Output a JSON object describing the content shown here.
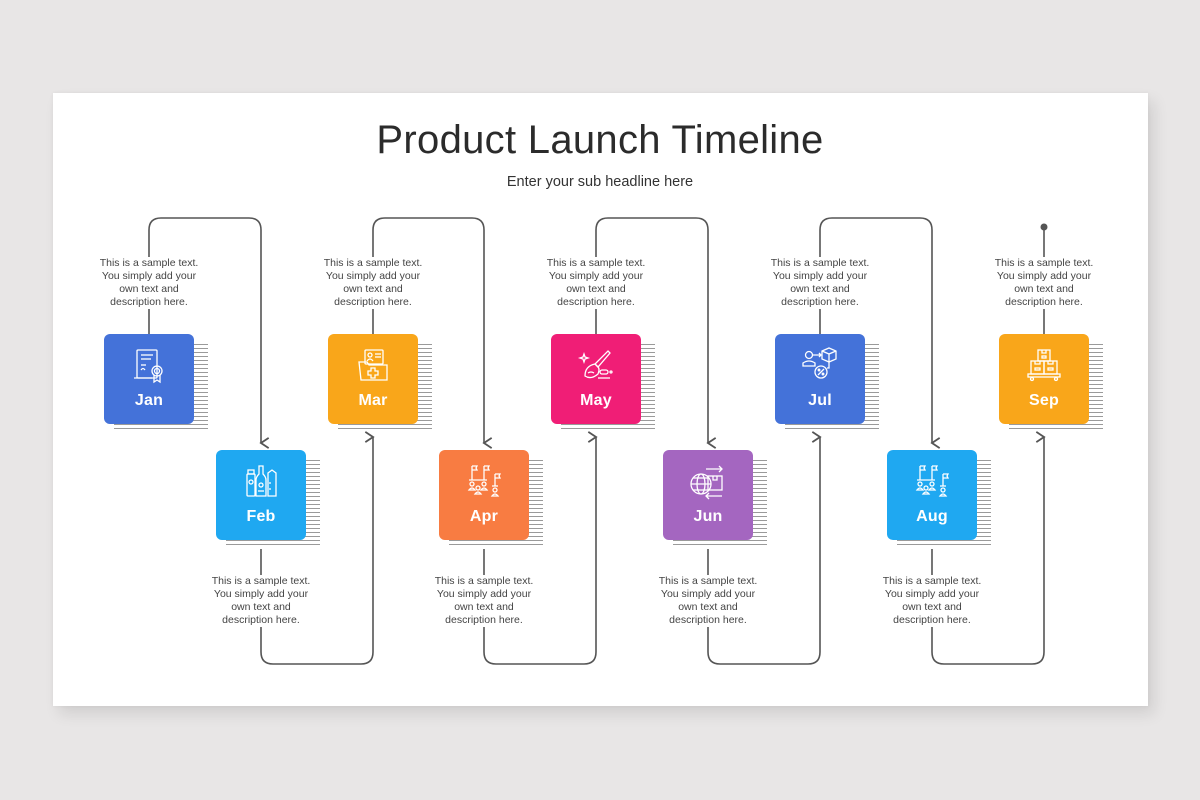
{
  "title": "Product Launch Timeline",
  "subtitle": "Enter your sub headline here",
  "colors": {
    "background": "#e8e6e6",
    "slide": "#ffffff",
    "connector": "#555555",
    "text": "#444444"
  },
  "milestones": [
    {
      "month": "Jan",
      "color": "#4472d9",
      "icon": "certificate-icon",
      "row": "top",
      "description": [
        "This is a sample text.",
        "You simply add your",
        "own text and",
        "description here."
      ]
    },
    {
      "month": "Feb",
      "color": "#1fa8f1",
      "icon": "bottles-icon",
      "row": "bottom",
      "description": [
        "This is a sample text.",
        "You simply add your",
        "own text and",
        "description here."
      ]
    },
    {
      "month": "Mar",
      "color": "#f9a61a",
      "icon": "medical-folder-icon",
      "row": "top",
      "description": [
        "This is a sample text.",
        "You simply add your",
        "own text and",
        "description here."
      ]
    },
    {
      "month": "Apr",
      "color": "#f87c42",
      "icon": "team-flags-icon",
      "row": "bottom",
      "description": [
        "This is a sample text.",
        "You simply add your",
        "own text and",
        "description here."
      ]
    },
    {
      "month": "May",
      "color": "#f01e76",
      "icon": "cleaning-brush-icon",
      "row": "top",
      "description": [
        "This is a sample text.",
        "You simply add your",
        "own text and",
        "description here."
      ]
    },
    {
      "month": "Jun",
      "color": "#a466c0",
      "icon": "global-shipping-icon",
      "row": "bottom",
      "description": [
        "This is a sample text.",
        "You simply add your",
        "own text and",
        "description here."
      ]
    },
    {
      "month": "Jul",
      "color": "#4472d9",
      "icon": "delivery-discount-icon",
      "row": "top",
      "description": [
        "This is a sample text.",
        "You simply add your",
        "own text and",
        "description here."
      ]
    },
    {
      "month": "Aug",
      "color": "#1fa8f1",
      "icon": "team-flags-icon",
      "row": "bottom",
      "description": [
        "This is a sample text.",
        "You simply add your",
        "own text and",
        "description here."
      ]
    },
    {
      "month": "Sep",
      "color": "#f9a61a",
      "icon": "stacked-boxes-icon",
      "row": "top",
      "description": [
        "This is a sample text.",
        "You simply add your",
        "own text and",
        "description here."
      ]
    }
  ]
}
